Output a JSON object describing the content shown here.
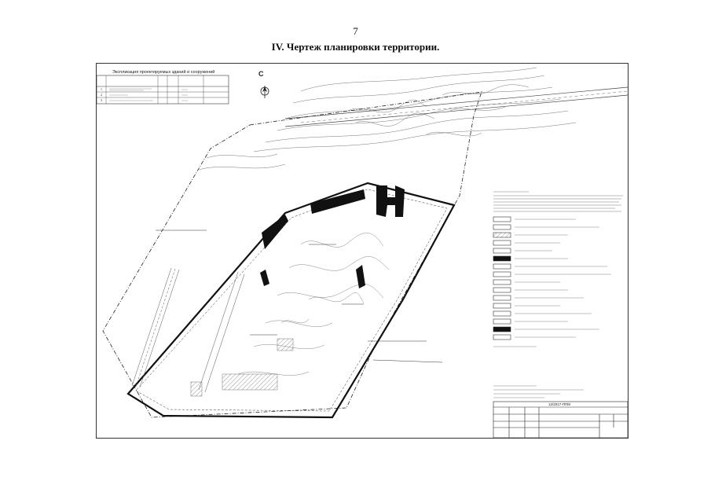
{
  "page": {
    "number": "7",
    "title": "IV. Чертеж планировки территории."
  },
  "drawing": {
    "explication_title": "Экспликация проектируемых зданий и сооружений",
    "table_rows": [
      "1",
      "2",
      "3"
    ],
    "north_label": "С",
    "stamp_code": "12/2017-ППМ"
  },
  "colors": {
    "ink": "#222222",
    "building_fill": "#111111"
  }
}
